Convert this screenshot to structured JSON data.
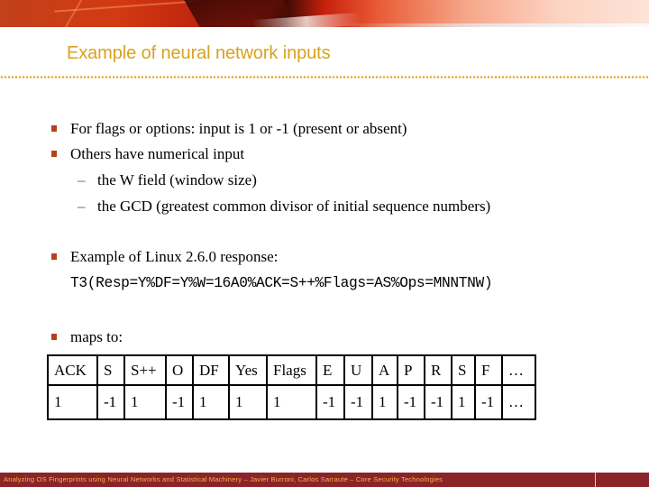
{
  "slide": {
    "title": "Example of neural network inputs",
    "bullets": [
      {
        "text": "For flags or options: input is 1 or -1 (present or absent)"
      },
      {
        "text": "Others have numerical input",
        "sub": [
          {
            "dash": "–",
            "text": "the W field (window size)"
          },
          {
            "dash": "–",
            "text": "the GCD (greatest common divisor of initial sequence numbers)"
          }
        ]
      },
      {
        "text": "Example of Linux 2.6.0 response:",
        "code": "T3(Resp=Y%DF=Y%W=16A0%ACK=S++%Flags=AS%Ops=MNNTNW)"
      },
      {
        "text": "maps to:"
      }
    ],
    "table": {
      "headers": [
        "ACK",
        "S",
        "S++",
        "O",
        "DF",
        "Yes",
        "Flags",
        "E",
        "U",
        "A",
        "P",
        "R",
        "S",
        "F",
        "…"
      ],
      "values": [
        "1",
        "-1",
        "1",
        "-1",
        "1",
        "1",
        "1",
        "-1",
        "-1",
        "1",
        "-1",
        "-1",
        "1",
        "-1",
        "…"
      ]
    },
    "footer": "Analyzing OS Fingerprints using Neural Networks and Statistical Machinery – Javier Burroni, Carlos Sarraute – Core Security Technologies",
    "colors": {
      "title": "#d9a21e",
      "bullet": "#b5411c",
      "footer_bg": "#8b2428",
      "footer_text": "#f5b24a"
    }
  }
}
